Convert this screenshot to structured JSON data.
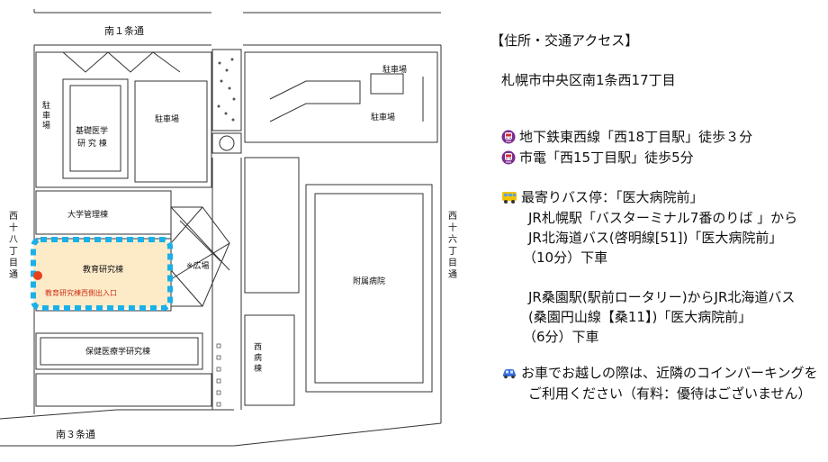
{
  "map": {
    "streets": {
      "north": "南１条通",
      "south": "南３条通",
      "west": [
        "西",
        "十",
        "八",
        "丁",
        "目",
        "通"
      ],
      "east": [
        "西",
        "十",
        "六",
        "丁",
        "目",
        "通"
      ]
    },
    "buildings": {
      "parking_left": [
        "駐",
        "車",
        "場"
      ],
      "basic_medicine": [
        "基礎医学",
        "研 究 棟"
      ],
      "parking_center": "駐車場",
      "parking_right_top": "駐車場",
      "parking_right_mid": "駐車場",
      "admin": "大学管理棟",
      "education": "教育研究棟",
      "plaza": "※広場",
      "hospital": "附属病院",
      "west_ward": [
        "西",
        "病",
        "棟"
      ],
      "health_science": "保健医療学研究棟"
    },
    "pin_label": "教育研究棟西側出入口",
    "colors": {
      "highlight_fill": "#fdebc8",
      "highlight_border": "#1ab0e8",
      "pin": "#e8401c",
      "lines": "#333333"
    }
  },
  "info": {
    "heading": "【住所・交通アクセス】",
    "address": "札幌市中央区南1条西17丁目",
    "subway": {
      "icon": "train-icon",
      "text": "地下鉄東西線「西18丁目駅」徒歩３分"
    },
    "tram": {
      "icon": "train-icon",
      "text": "市電「西15丁目駅」徒歩5分"
    },
    "bus": {
      "icon": "bus-icon",
      "title": "最寄りバス停：「医大病院前」",
      "route1": [
        "JR札幌駅「バスターミナル7番のりば 」から",
        "JR北海道バス(啓明線[51])「医大病院前」",
        "（10分）下車"
      ],
      "route2": [
        "JR桑園駅(駅前ロータリー)からJR北海道バス",
        "(桑園円山線【桑11】)「医大病院前」",
        "（6分）下車"
      ]
    },
    "car": {
      "icon": "car-icon",
      "lines": [
        "お車でお越しの際は、近隣のコインパーキングを",
        "ご利用ください（有料：優待はございません）"
      ]
    }
  }
}
